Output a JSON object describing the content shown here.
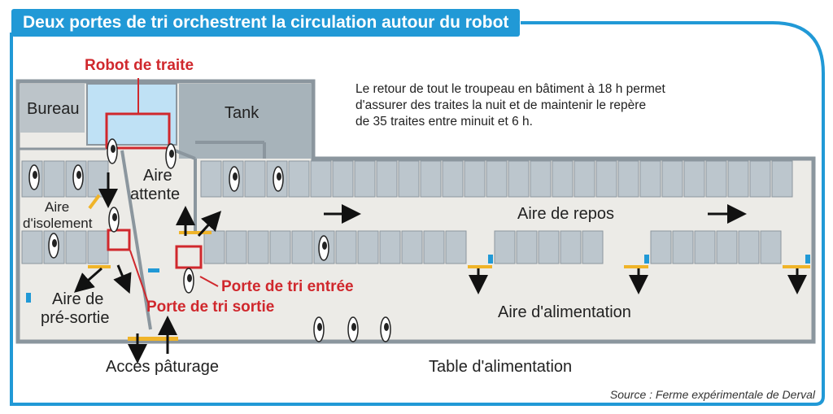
{
  "title": "Deux portes de tri orchestrent la circulation autour du robot",
  "intro_lines": [
    "Le retour de tout le troupeau en bâtiment à 18 h permet",
    "d'assurer des traites la nuit et de maintenir le repère",
    "de 35 traites entre minuit et 6 h."
  ],
  "labels": {
    "robot": "Robot de traite",
    "bureau": "Bureau",
    "tank": "Tank",
    "aire_attente_1": "Aire",
    "aire_attente_2": "attente",
    "aire_isolement_1": "Aire",
    "aire_isolement_2": "d'isolement",
    "aire_repos": "Aire de repos",
    "pre_sortie_1": "Aire de",
    "pre_sortie_2": "pré-sortie",
    "porte_entree": "Porte de tri entrée",
    "porte_sortie": "Porte de tri sortie",
    "aire_alimentation": "Aire d'alimentation",
    "acces_paturage": "Accès pâturage",
    "table_alimentation": "Table d'alimentation"
  },
  "source": "Source : Ferme expérimentale de Derval",
  "colors": {
    "brand_blue": "#2199d6",
    "red_marker": "#d0282d",
    "building_grey": "#8b969e",
    "floor": "#ecebe7",
    "stall": "#bcc6cd",
    "gate_yellow": "#f0b429",
    "robot_room": "#bfe1f5"
  }
}
